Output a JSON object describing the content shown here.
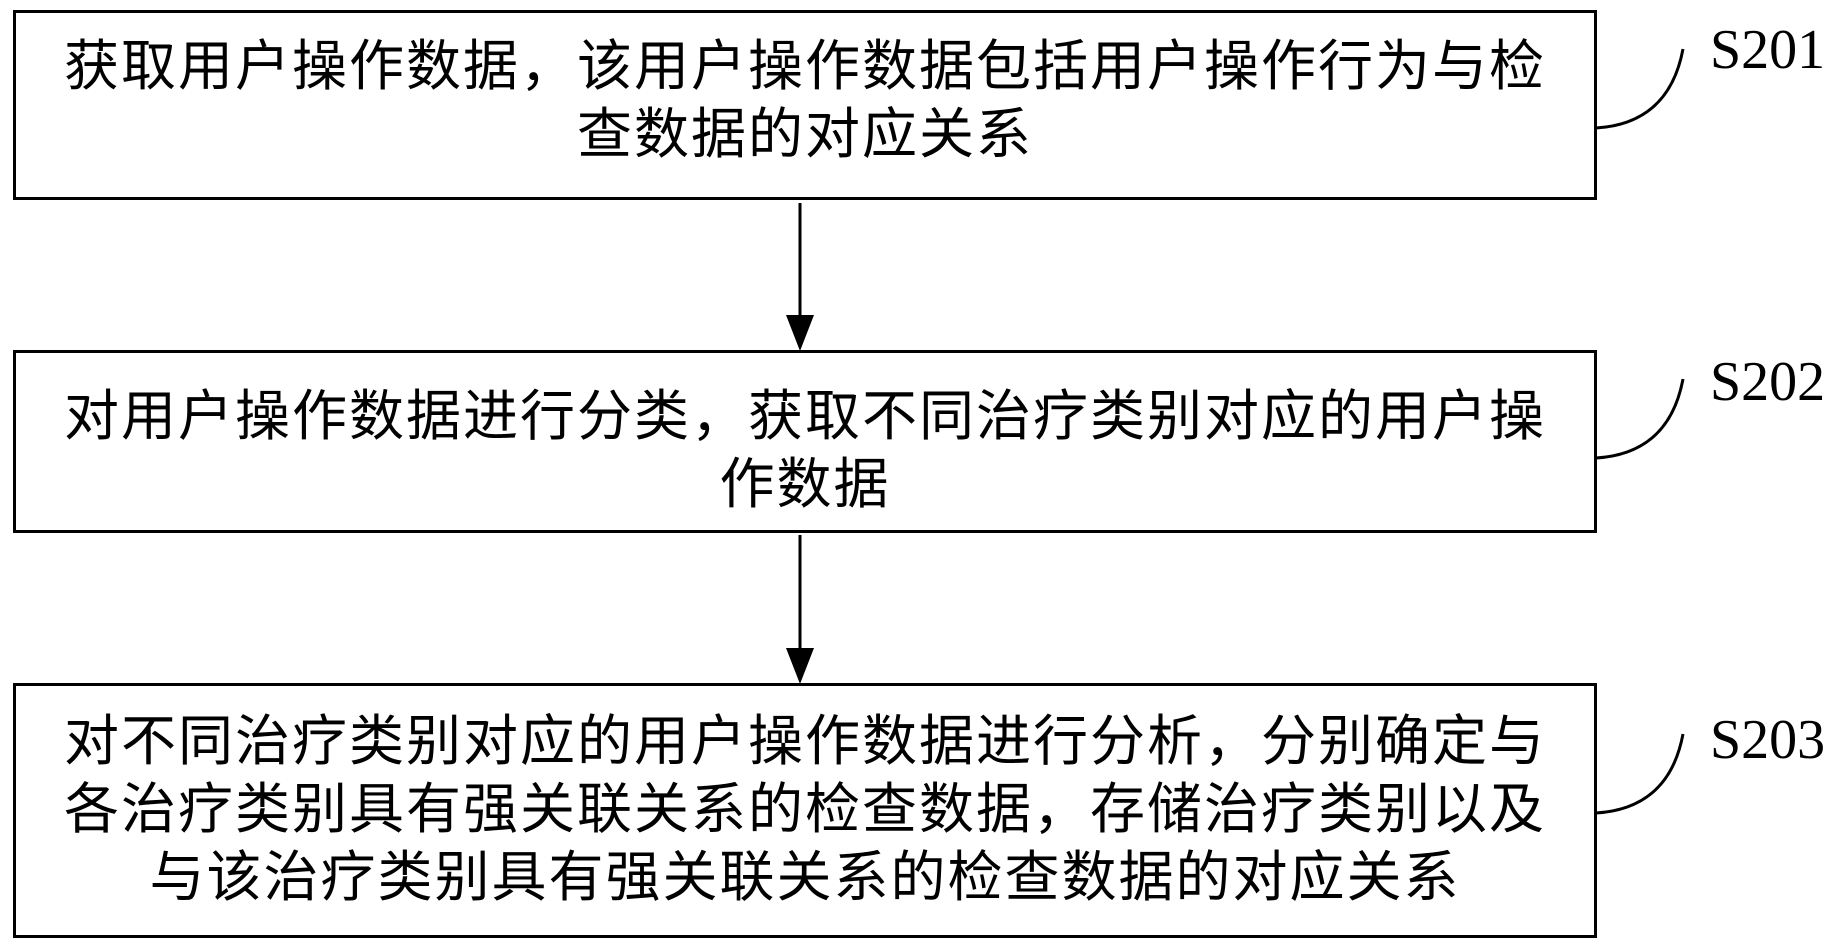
{
  "diagram": {
    "type": "flowchart",
    "colors": {
      "background": "#ffffff",
      "line": "#000000",
      "text": "#000000"
    },
    "steps": [
      {
        "label": "S201",
        "text": "获取用户操作数据，该用户操作数据包括用户操作行为与检查数据的对应关系",
        "lines": [
          "获取用户操作数据，该用户操作数据包括用户操作行为与检",
          "查数据的对应关系"
        ]
      },
      {
        "label": "S202",
        "text": "对用户操作数据进行分类，获取不同治疗类别对应的用户操作数据",
        "lines": [
          "对用户操作数据进行分类，获取不同治疗类别对应的用户操",
          "作数据"
        ]
      },
      {
        "label": "S203",
        "text": "对不同治疗类别对应的用户操作数据进行分析，分别确定与各治疗类别具有强关联关系的检查数据，存储治疗类别以及与该治疗类别具有强关联关系的检查数据的对应关系",
        "lines": [
          "对不同治疗类别对应的用户操作数据进行分析，分别确定与",
          "各治疗类别具有强关联关系的检查数据，存储治疗类别以及",
          "与该治疗类别具有强关联关系的检查数据的对应关系"
        ]
      }
    ]
  }
}
